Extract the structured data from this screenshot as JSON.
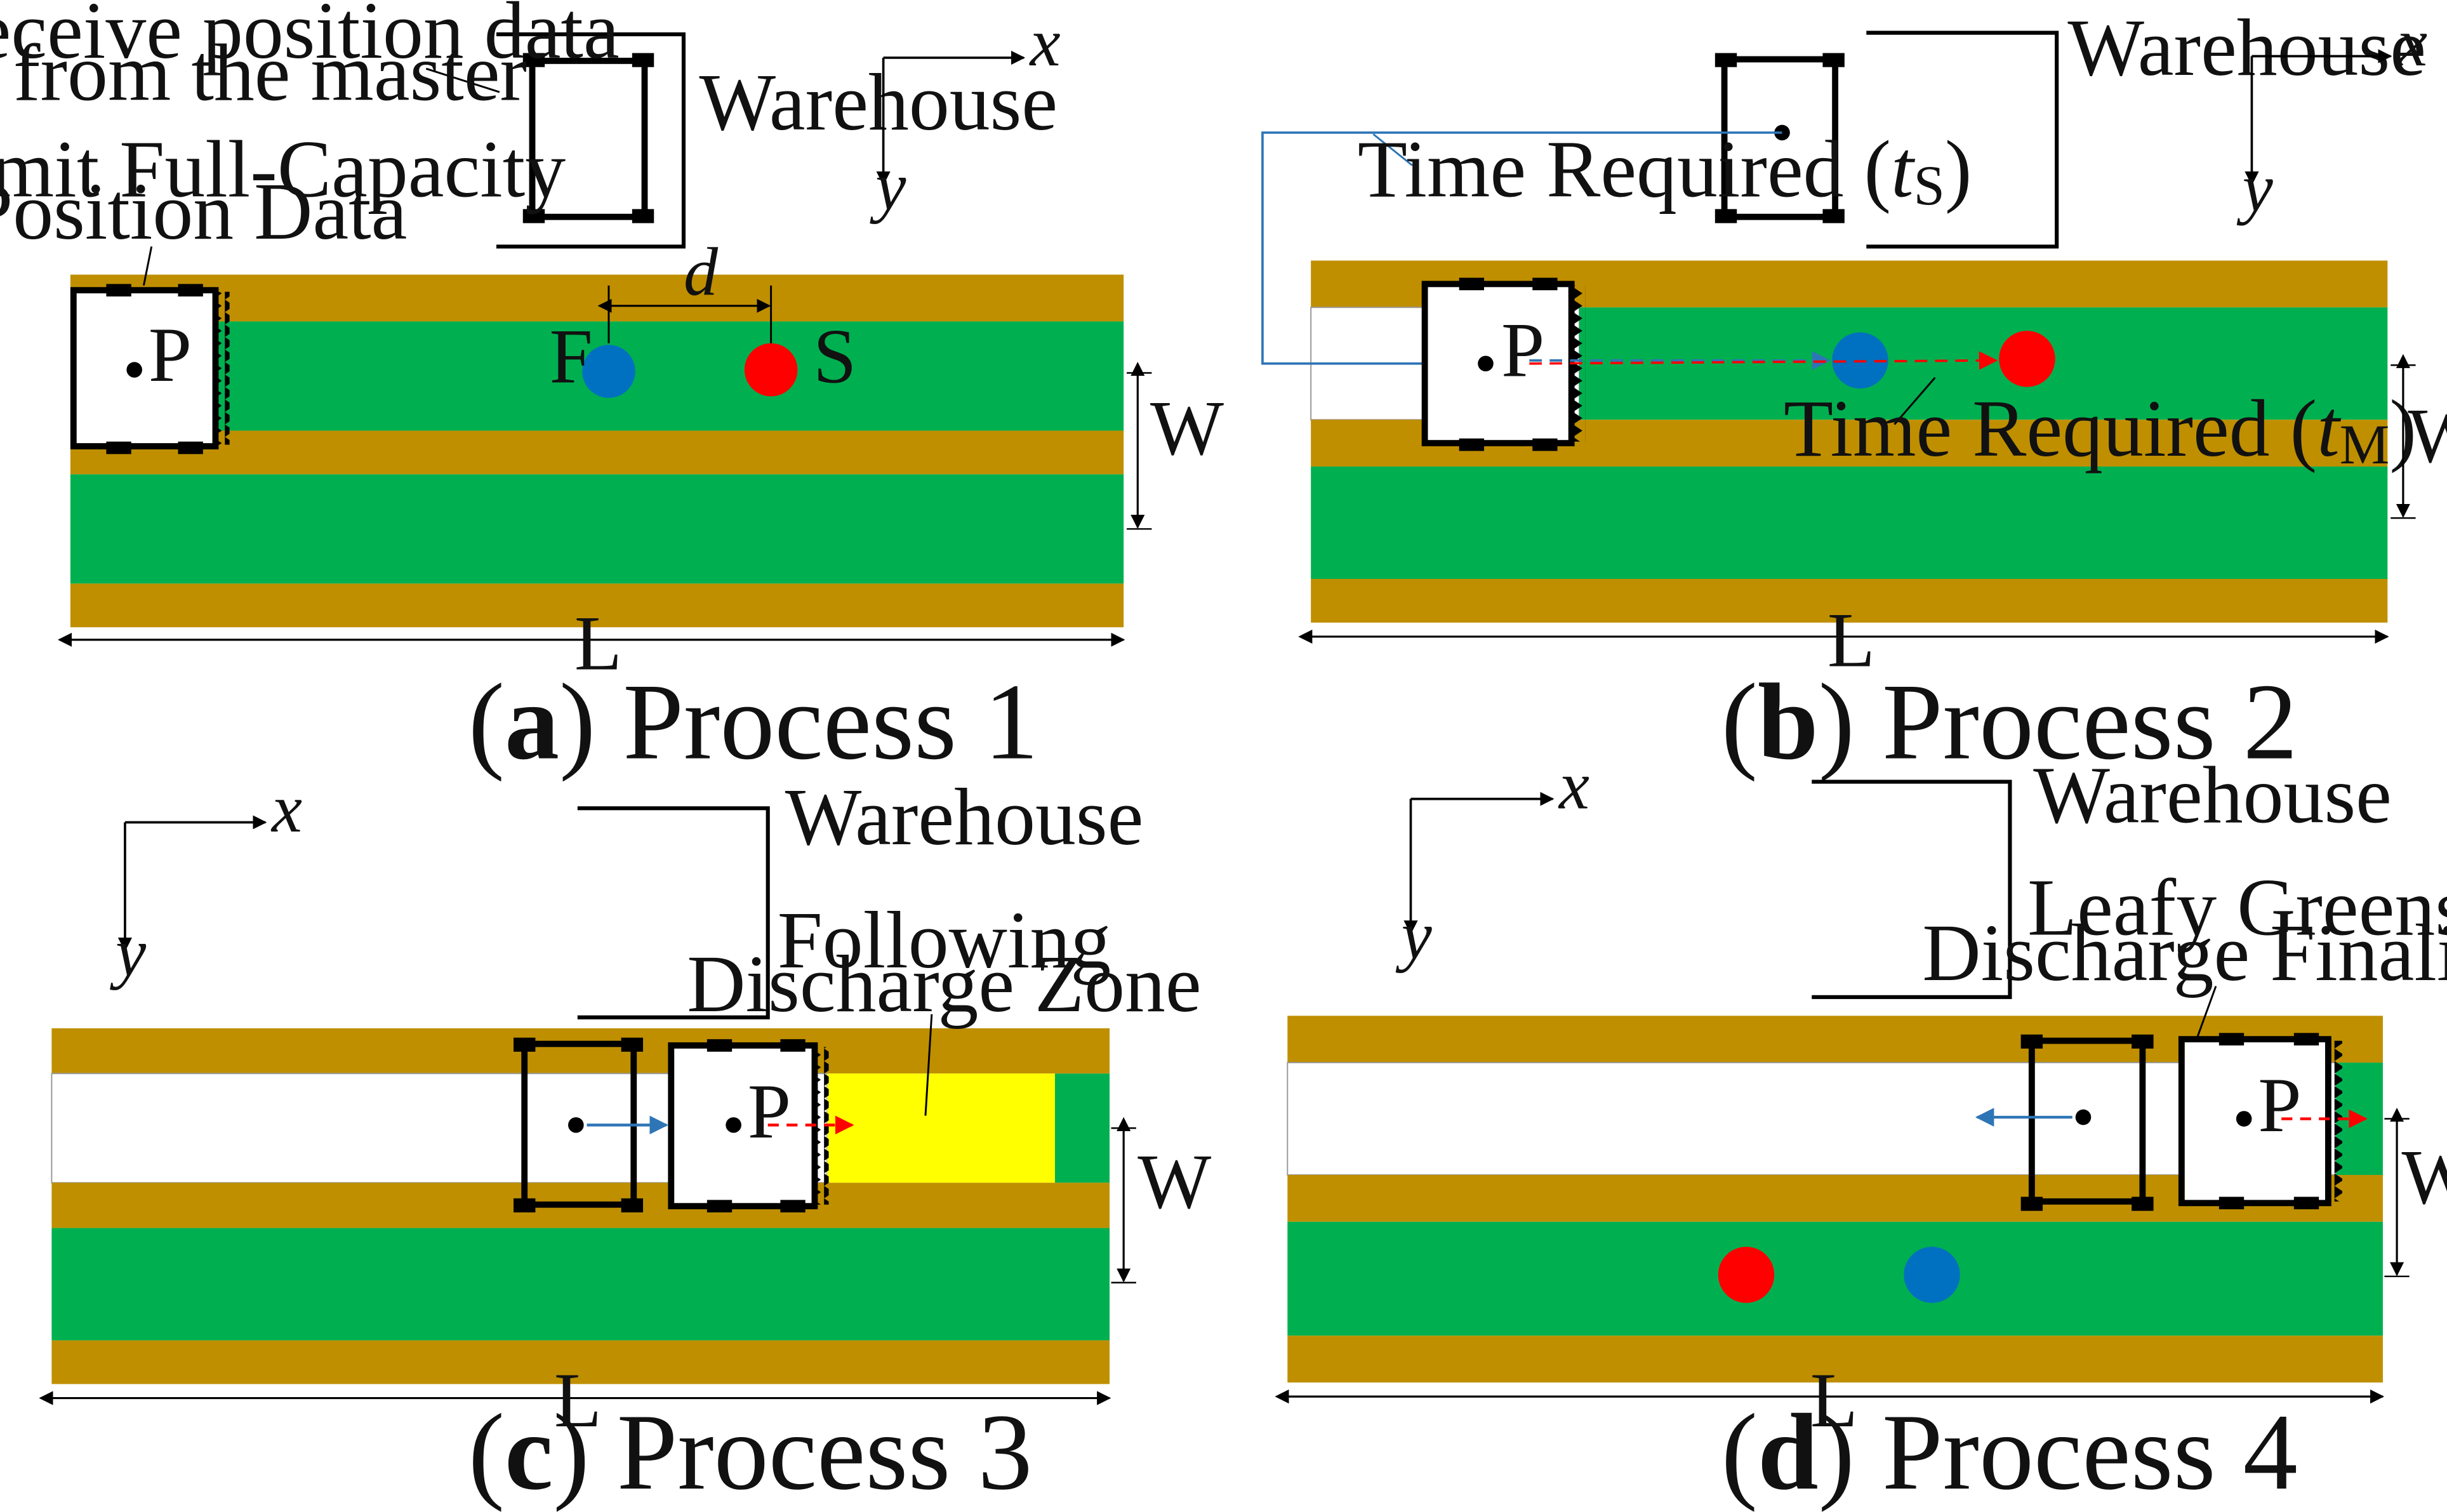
{
  "colors": {
    "soil": "#BF8F00",
    "crop": "#00B050",
    "zone": "#FFFF00",
    "fmarker": "#0070C0",
    "smarker": "#FF0000",
    "frame": "#000000",
    "trace": "#2E75B6"
  },
  "common": {
    "warehouse": "Warehouse",
    "x": "x",
    "y": "y",
    "L": "L",
    "W": "W",
    "P": "P"
  },
  "panel_a": {
    "letter": "a",
    "title": "Process 1",
    "note_receive_1": "Receive position data",
    "note_receive_2": "from the master",
    "note_transmit_1": "Transmit Full-Capacity",
    "note_transmit_2": "Position Data",
    "d": "d",
    "F": "F",
    "S": "S"
  },
  "panel_b": {
    "letter": "b",
    "title": "Process 2",
    "time_s": "Time Required (",
    "time_s_var": "t",
    "time_s_sub": "S",
    "time_m": "Time Required (",
    "time_m_var": "t",
    "time_m_sub": "M",
    "close": ")"
  },
  "panel_c": {
    "letter": "c",
    "title": "Process 3",
    "zone_1": "Following",
    "zone_2": "Discharge Zone"
  },
  "panel_d": {
    "letter": "d",
    "title": "Process 4",
    "final_1": "Leafy Greens",
    "final_2": "Discharge Finalized"
  }
}
